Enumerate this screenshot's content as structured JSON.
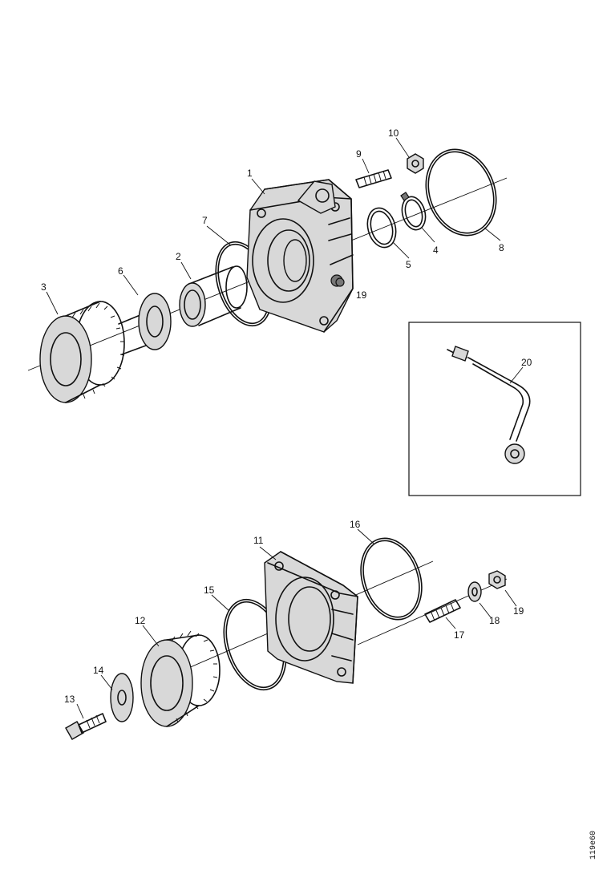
{
  "callouts": {
    "c1": "1",
    "c2": "2",
    "c3": "3",
    "c4": "4",
    "c5": "5",
    "c6": "6",
    "c7": "7",
    "c8": "8",
    "c9": "9",
    "c10": "10",
    "c11": "11",
    "c12": "12",
    "c13": "13",
    "c14": "14",
    "c15": "15",
    "c16": "16",
    "c17": "17",
    "c18": "18",
    "c19": "19",
    "c20": "20"
  },
  "drawing_code": "119e60"
}
